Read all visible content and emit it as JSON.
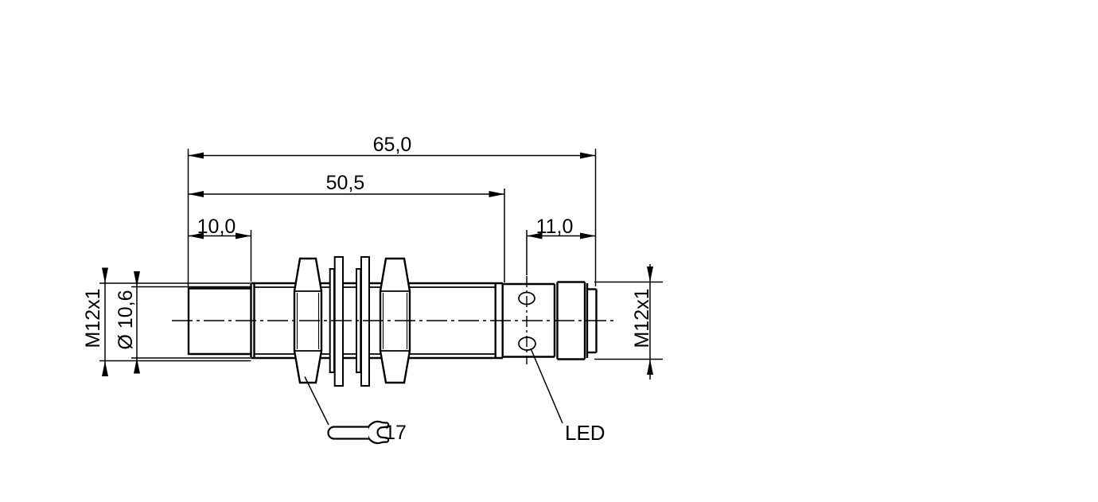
{
  "drawing": {
    "dimensions": {
      "overall_length": "65,0",
      "thread_length": "50,5",
      "tip_length": "10,0",
      "connector_length": "11,0",
      "front_thread": "M12x1",
      "tip_diameter": "Ø 10,6",
      "connector_thread": "M12x1"
    },
    "labels": {
      "led": "LED",
      "wrench_size": "17"
    },
    "colors": {
      "line": "#000000",
      "background": "#ffffff"
    }
  }
}
